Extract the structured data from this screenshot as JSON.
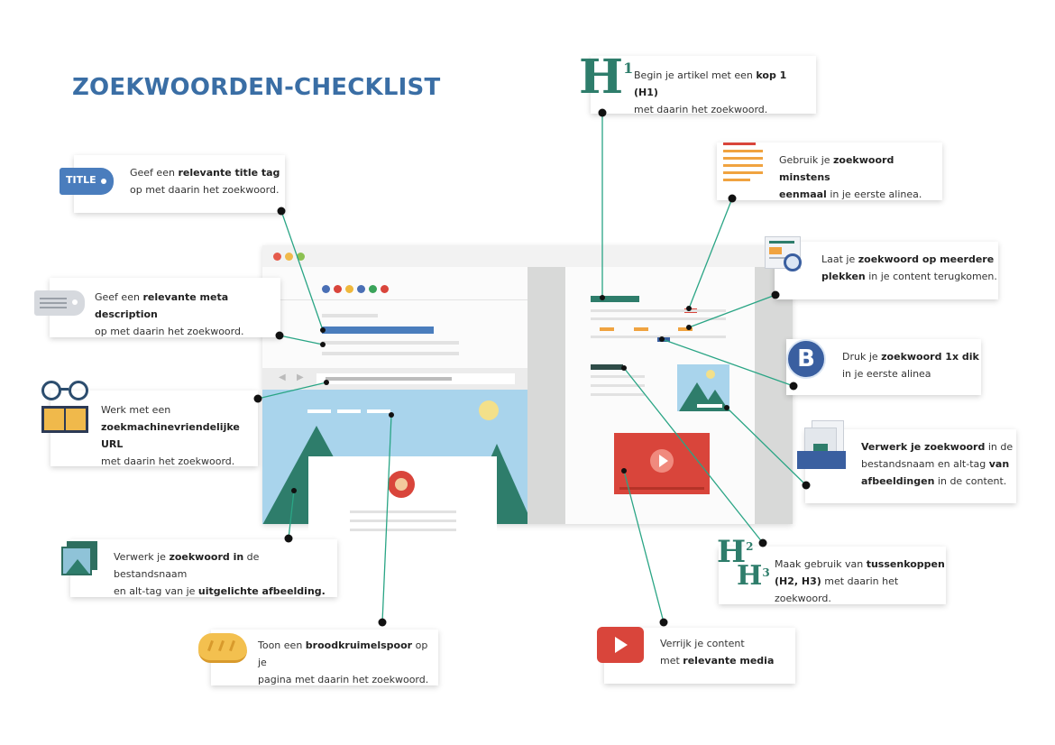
{
  "title": "ZOEKWOORDEN-CHECKLIST",
  "colors": {
    "title": "#3a6ea5",
    "line": "#2aa585",
    "dot": "#111111",
    "green": "#2e7d6b"
  },
  "icons": {
    "title_tag": "TITLE",
    "h1": "H",
    "h1_sub": "1",
    "h2": "H",
    "h2_sub": "2",
    "h3": "H",
    "h3_sub": "3",
    "bold": "B"
  },
  "cards": {
    "h1": {
      "pre": "Begin je artikel met een ",
      "b1": "kop 1 (H1)",
      "line2": "met daarin het zoekwoord."
    },
    "title_tag": {
      "pre": "Geef een ",
      "b1": "relevante title tag",
      "line2": "op met daarin het zoekwoord."
    },
    "first_paragraph": {
      "pre": "Gebruik je ",
      "b1": "zoekwoord minstens",
      "b2": "eenmaal",
      "post": " in je eerste alinea."
    },
    "meta": {
      "pre": "Geef een ",
      "b1": "relevante meta description",
      "line2": "op met daarin het zoekwoord."
    },
    "multiple": {
      "pre": "Laat je ",
      "b1": "zoekwoord op meerdere",
      "b2": "plekken",
      "post": " in je content terugkomen."
    },
    "url": {
      "line1": "Werk met een",
      "b1": "zoekmachinevriendelijke URL",
      "line3": "met daarin het zoekwoord."
    },
    "bold": {
      "pre": "Druk je ",
      "b1": "zoekwoord 1x dik",
      "line2": "in je eerste alinea"
    },
    "images": {
      "b1": "Verwerk je zoekwoord",
      "post1": " in de",
      "pre2": "bestandsnaam en alt-tag ",
      "b2": "van",
      "b3": "afbeeldingen",
      "post3": " in de content."
    },
    "featured": {
      "pre": "Verwerk je ",
      "b1": "zoekwoord in",
      "post1": " de bestandsnaam",
      "pre2": "en alt-tag van je ",
      "b2": "uitgelichte afbeelding."
    },
    "headings": {
      "pre": "Maak gebruik van ",
      "b1": "tussenkoppen",
      "b2": "(H2, H3)",
      "post": " met daarin het zoekwoord."
    },
    "breadcrumb": {
      "pre": "Toon een ",
      "b1": "broodkruimelspoor",
      "post1": " op je",
      "line2": "pagina met daarin het zoekwoord."
    },
    "media": {
      "line1": "Verrijk je content",
      "pre2": "met ",
      "b2": "relevante media"
    }
  }
}
